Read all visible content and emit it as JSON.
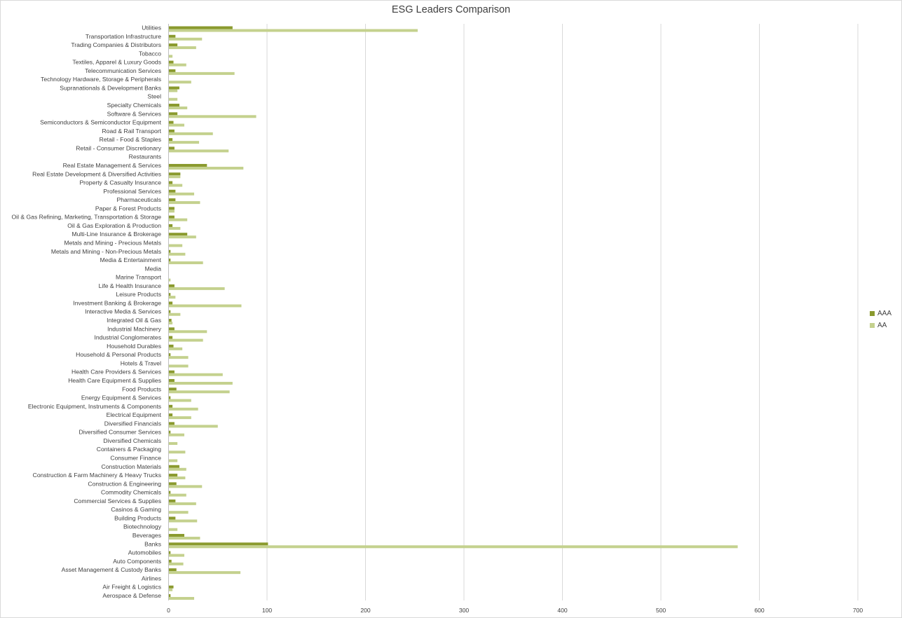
{
  "chart_data": {
    "type": "bar",
    "orientation": "horizontal",
    "title": "ESG Leaders Comparison",
    "xlabel": "",
    "ylabel": "",
    "xlim": [
      0,
      700
    ],
    "xticks": [
      0,
      100,
      200,
      300,
      400,
      500,
      600,
      700
    ],
    "grid": true,
    "legend_position": "right",
    "categories": [
      "Utilities",
      "Transportation Infrastructure",
      "Trading Companies & Distributors",
      "Tobacco",
      "Textiles, Apparel & Luxury Goods",
      "Telecommunication Services",
      "Technology Hardware, Storage & Peripherals",
      "Supranationals & Development Banks",
      "Steel",
      "Specialty Chemicals",
      "Software & Services",
      "Semiconductors & Semiconductor Equipment",
      "Road & Rail Transport",
      "Retail - Food & Staples",
      "Retail - Consumer Discretionary",
      "Restaurants",
      "Real Estate Management & Services",
      "Real Estate Development & Diversified Activities",
      "Property & Casualty Insurance",
      "Professional Services",
      "Pharmaceuticals",
      "Paper & Forest Products",
      "Oil & Gas Refining, Marketing, Transportation & Storage",
      "Oil & Gas Exploration & Production",
      "Multi-Line Insurance & Brokerage",
      "Metals and Mining - Precious Metals",
      "Metals and Mining - Non-Precious Metals",
      "Media & Entertainment",
      "Media",
      "Marine Transport",
      "Life & Health Insurance",
      "Leisure Products",
      "Investment Banking & Brokerage",
      "Interactive Media & Services",
      "Integrated Oil & Gas",
      "Industrial Machinery",
      "Industrial Conglomerates",
      "Household Durables",
      "Household & Personal Products",
      "Hotels & Travel",
      "Health Care Providers & Services",
      "Health Care Equipment & Supplies",
      "Food Products",
      "Energy Equipment & Services",
      "Electronic Equipment, Instruments & Components",
      "Electrical Equipment",
      "Diversified Financials",
      "Diversified Consumer Services",
      "Diversified Chemicals",
      "Containers & Packaging",
      "Consumer Finance",
      "Construction Materials",
      "Construction & Farm Machinery & Heavy Trucks",
      "Construction & Engineering",
      "Commodity Chemicals",
      "Commercial Services & Supplies",
      "Casinos & Gaming",
      "Building Products",
      "Biotechnology",
      "Beverages",
      "Banks",
      "Automobiles",
      "Auto Components",
      "Asset Management & Custody Banks",
      "Airlines",
      "Air Freight & Logistics",
      "Aerospace & Defense"
    ],
    "series": [
      {
        "name": "AAA",
        "color": "#8a9a2e",
        "values": [
          65,
          7,
          9,
          0,
          5,
          7,
          0,
          11,
          0,
          11,
          9,
          5,
          6,
          4,
          6,
          0,
          39,
          12,
          4,
          7,
          7,
          6,
          6,
          4,
          19,
          0,
          2,
          2,
          0,
          0,
          6,
          2,
          4,
          2,
          3,
          6,
          4,
          5,
          2,
          0,
          6,
          6,
          8,
          2,
          4,
          4,
          6,
          2,
          0,
          0,
          0,
          11,
          9,
          8,
          2,
          7,
          0,
          7,
          0,
          16,
          101,
          2,
          3,
          8,
          0,
          5,
          2
        ]
      },
      {
        "name": "AA",
        "color": "#c4d18e",
        "values": [
          253,
          34,
          28,
          4,
          18,
          67,
          23,
          9,
          9,
          19,
          89,
          16,
          45,
          31,
          61,
          0,
          76,
          12,
          14,
          26,
          32,
          6,
          19,
          12,
          28,
          14,
          17,
          35,
          0,
          2,
          57,
          7,
          74,
          12,
          4,
          39,
          35,
          14,
          20,
          20,
          55,
          65,
          62,
          23,
          30,
          23,
          50,
          16,
          9,
          17,
          9,
          18,
          17,
          34,
          18,
          28,
          20,
          29,
          9,
          32,
          578,
          16,
          15,
          73,
          0,
          4,
          26
        ]
      }
    ]
  }
}
